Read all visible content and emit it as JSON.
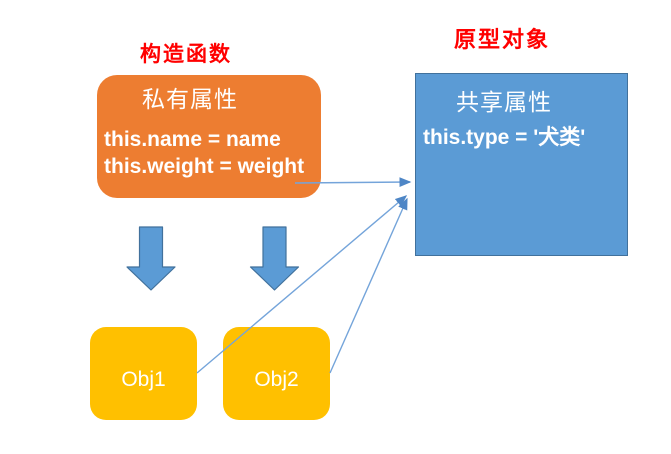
{
  "titles": {
    "constructor": "构造函数",
    "prototype": "原型对象"
  },
  "constructor_box": {
    "heading": "私有属性",
    "code_lines": [
      "this.name = name",
      "this.weight = weight"
    ]
  },
  "prototype_box": {
    "heading": "共享属性",
    "code": "this.type = '犬类'"
  },
  "objects": [
    {
      "label": "Obj1"
    },
    {
      "label": "Obj2"
    }
  ],
  "colors": {
    "title_red": "#FF0000",
    "constructor_fill": "#ED7D31",
    "prototype_fill": "#5B9BD5",
    "prototype_border": "#41719C",
    "object_fill": "#FFC000",
    "big_arrow_fill": "#5B9BD5",
    "big_arrow_border": "#41719C",
    "connector_stroke": "#74A4DA",
    "connector_head": "#4E86C6",
    "text_white": "#FFFFFF"
  }
}
